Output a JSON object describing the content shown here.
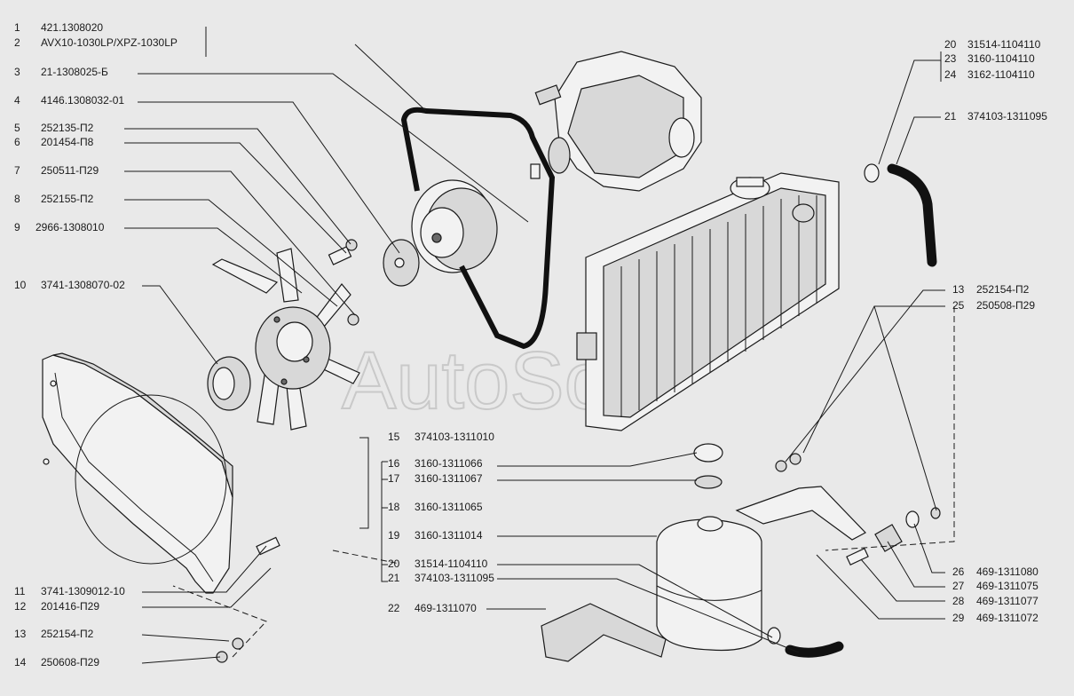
{
  "watermark": "AutoSoft",
  "callouts": [
    {
      "num": "1",
      "code": "421.1308020"
    },
    {
      "num": "2",
      "code": "AVX10-1030LP/XPZ-1030LP"
    },
    {
      "num": "3",
      "code": "21-1308025-Б"
    },
    {
      "num": "4",
      "code": "4146.1308032-01"
    },
    {
      "num": "5",
      "code": "252135-П2"
    },
    {
      "num": "6",
      "code": "201454-П8"
    },
    {
      "num": "7",
      "code": "250511-П29"
    },
    {
      "num": "8",
      "code": "252155-П2"
    },
    {
      "num": "9",
      "code": "2966-1308010"
    },
    {
      "num": "10",
      "code": "3741-1308070-02"
    },
    {
      "num": "11",
      "code": "3741-1309012-10"
    },
    {
      "num": "12",
      "code": "201416-П29"
    },
    {
      "num": "13",
      "code": "252154-П2"
    },
    {
      "num": "14",
      "code": "250608-П29"
    },
    {
      "num": "15",
      "code": "374103-1311010"
    },
    {
      "num": "16",
      "code": "3160-1311066"
    },
    {
      "num": "17",
      "code": "3160-1311067"
    },
    {
      "num": "18",
      "code": "3160-1311065"
    },
    {
      "num": "19",
      "code": "3160-1311014"
    },
    {
      "num": "20",
      "code": "31514-1104110"
    },
    {
      "num": "21",
      "code": "374103-1311095"
    },
    {
      "num": "22",
      "code": "469-1311070"
    },
    {
      "num": "20",
      "code": "31514-1104110"
    },
    {
      "num": "23",
      "code": "3160-1104110"
    },
    {
      "num": "24",
      "code": "3162-1104110"
    },
    {
      "num": "21",
      "code": "374103-1311095"
    },
    {
      "num": "13",
      "code": "252154-П2"
    },
    {
      "num": "25",
      "code": "250508-П29"
    },
    {
      "num": "26",
      "code": "469-1311080"
    },
    {
      "num": "27",
      "code": "469-1311075"
    },
    {
      "num": "28",
      "code": "469-1311077"
    },
    {
      "num": "29",
      "code": "469-1311072"
    }
  ]
}
